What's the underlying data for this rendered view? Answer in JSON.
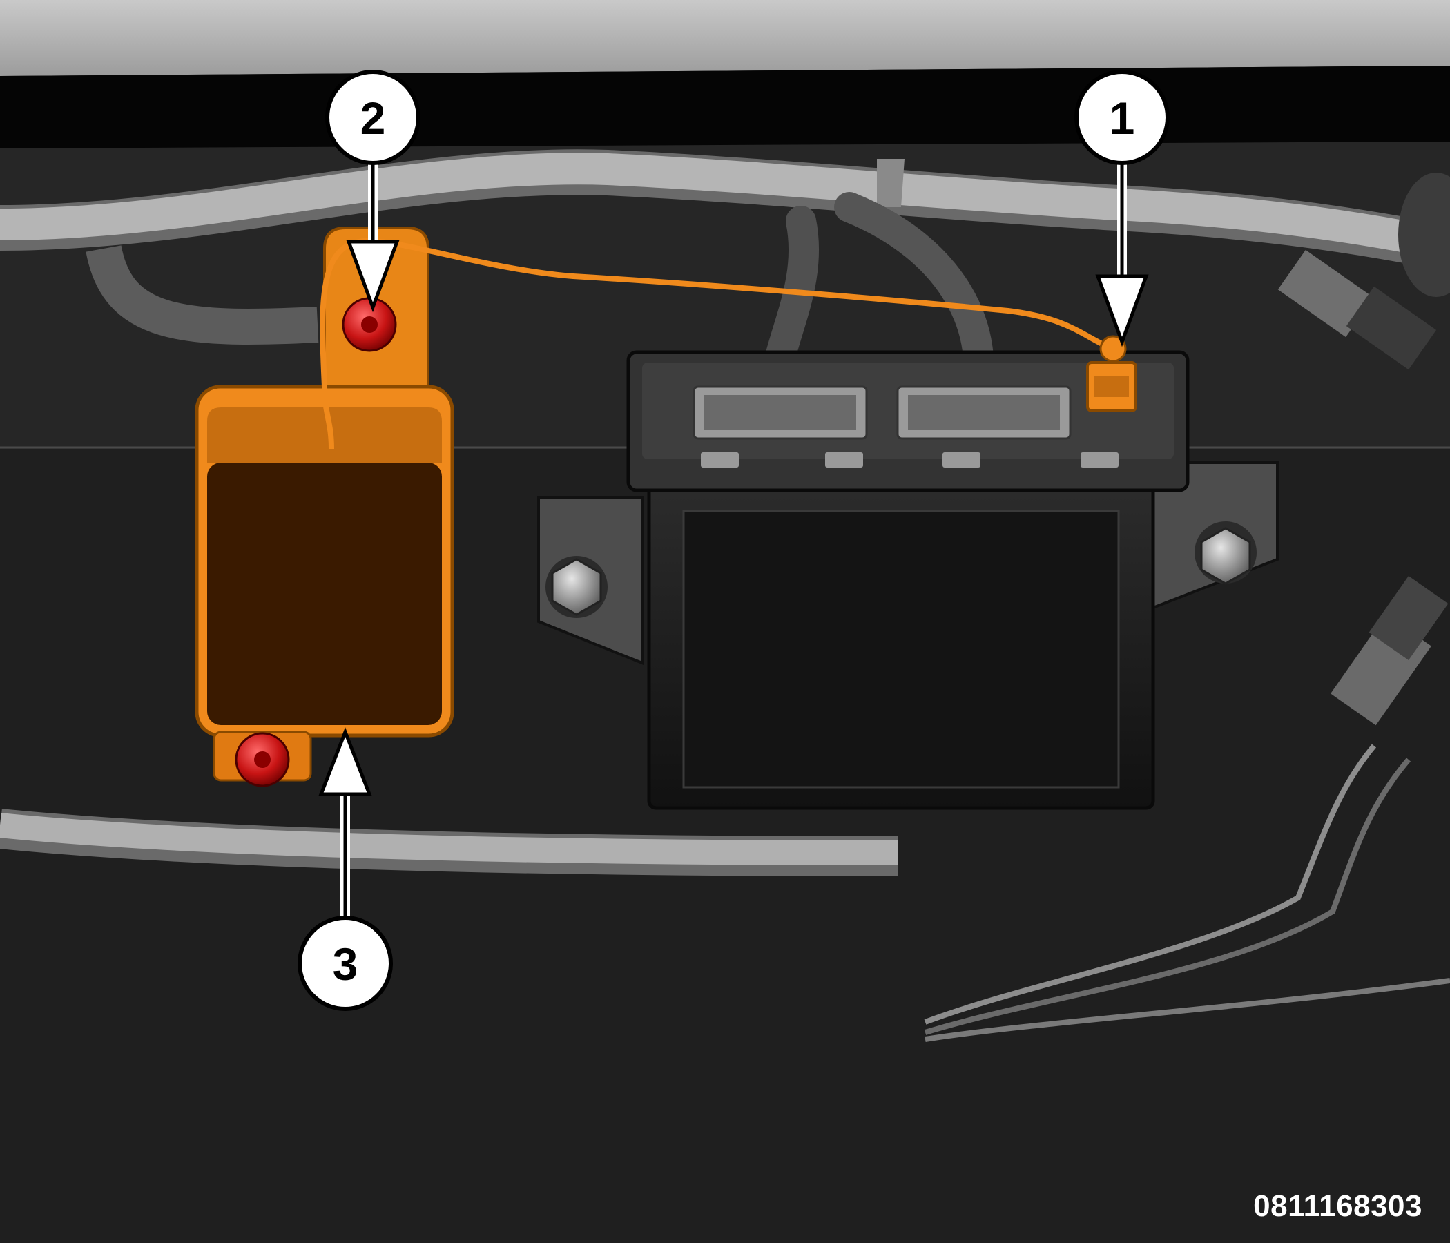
{
  "callouts": {
    "one": "1",
    "two": "2",
    "three": "3"
  },
  "figure_id": "0811168303",
  "colors": {
    "highlight_orange": "#f08a1c",
    "fastener_red": "#d41f1f",
    "background": "#1e1e1e",
    "harness_gray": "#a7a7a7"
  }
}
